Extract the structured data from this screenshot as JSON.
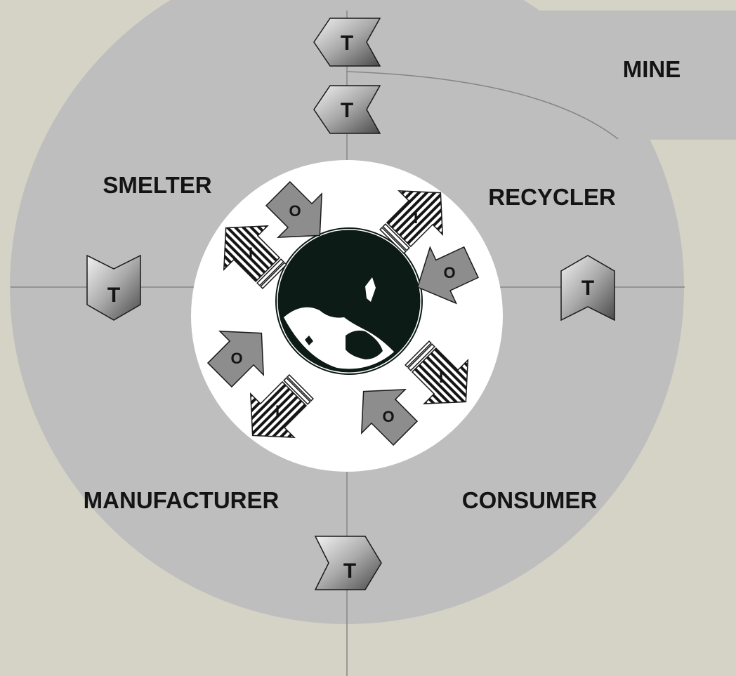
{
  "regions": {
    "mine": "MINE",
    "smelter": "SMELTER",
    "recycler": "RECYCLER",
    "manufacturer": "MANUFACTURER",
    "consumer": "CONSUMER"
  },
  "markers": {
    "transport": "T",
    "input": "I",
    "output": "O"
  },
  "colors": {
    "page_background": "#d4d3c6",
    "region_fill": "#bebebe",
    "center_fill": "#ffffff",
    "globe_fill": "#0d1b17",
    "arrow_fill": "#8d8d8d"
  }
}
